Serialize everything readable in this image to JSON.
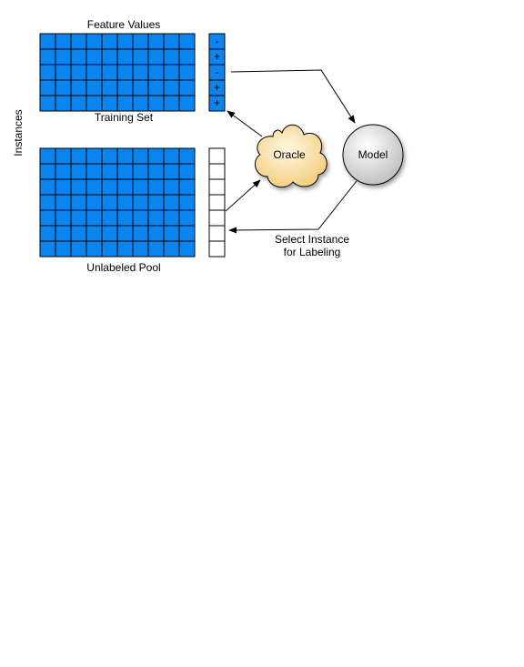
{
  "diagram": {
    "labels": {
      "feature_values": "Feature Values",
      "training_set": "Training Set",
      "instances": "Instances",
      "unlabeled_pool": "Unlabeled Pool",
      "oracle": "Oracle",
      "model": "Model",
      "select_line1": "Select Instance",
      "select_line2": "for Labeling"
    },
    "training_labels": [
      "-",
      "+",
      "-",
      "+",
      "+"
    ],
    "training_grid": {
      "rows": 5,
      "cols": 10
    },
    "pool_grid": {
      "rows": 7,
      "cols": 10
    },
    "colors": {
      "grid_fill": "#0a84f0",
      "oracle_fill": "#fbe1a4",
      "model_fill": "#d9d9d9"
    }
  }
}
